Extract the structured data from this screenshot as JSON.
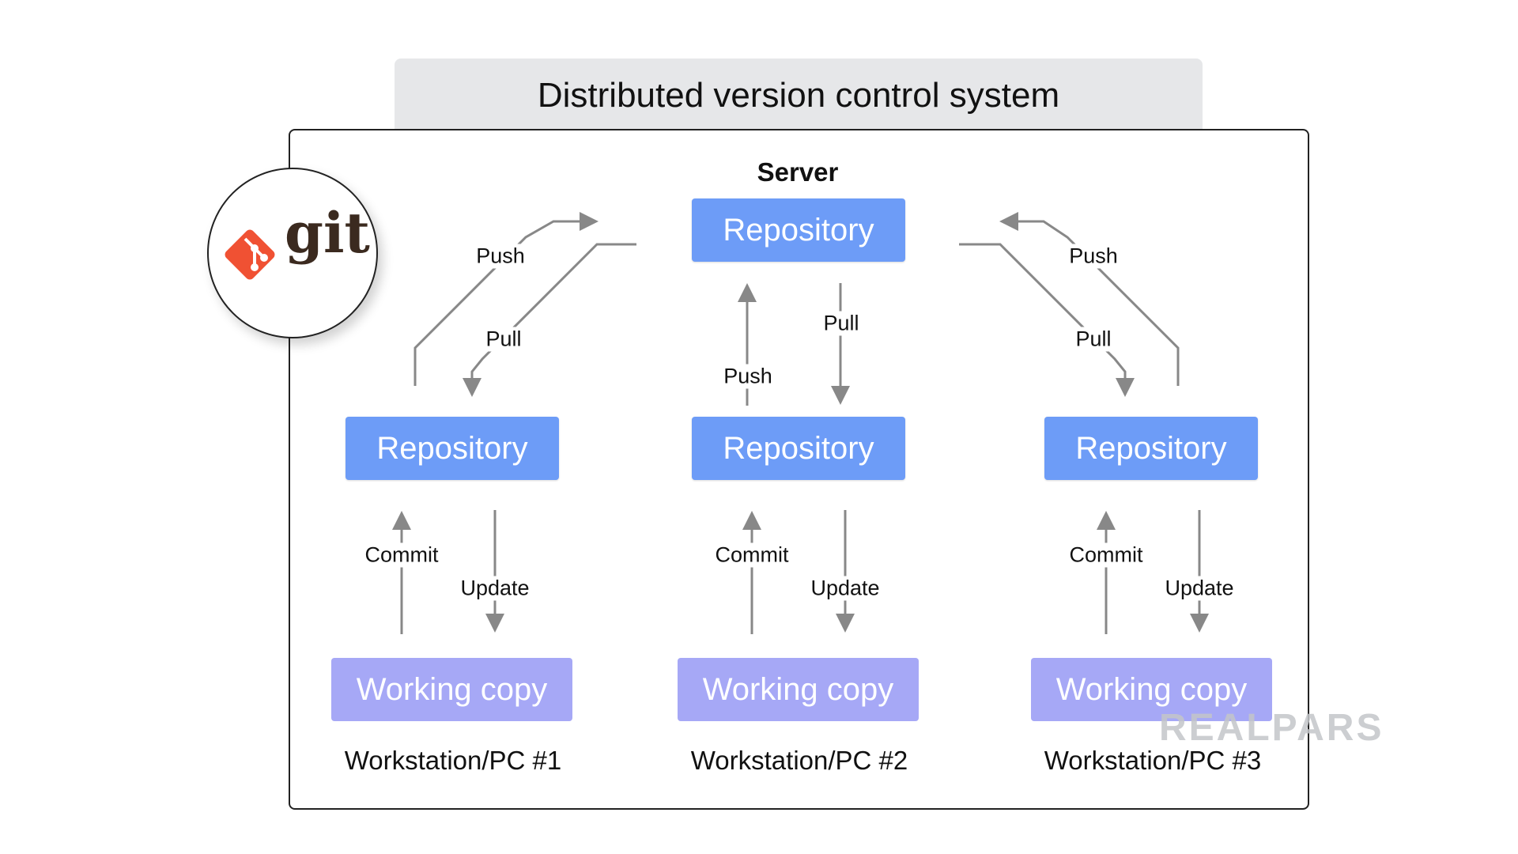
{
  "title": "Distributed version control system",
  "server": {
    "label": "Server",
    "repository": "Repository"
  },
  "arrows": {
    "push": "Push",
    "pull": "Pull",
    "commit": "Commit",
    "update": "Update"
  },
  "workstations": [
    {
      "repository": "Repository",
      "working_copy": "Working copy",
      "label": "Workstation/PC #1"
    },
    {
      "repository": "Repository",
      "working_copy": "Working copy",
      "label": "Workstation/PC #2"
    },
    {
      "repository": "Repository",
      "working_copy": "Working copy",
      "label": "Workstation/PC #3"
    }
  ],
  "logo": {
    "text": "git",
    "icon": "git-icon",
    "color": "#f05133"
  },
  "watermark": "REALPARS",
  "colors": {
    "repository": "#6d9cf7",
    "working_copy": "#a6a8f6",
    "arrow": "#888888",
    "title_bg": "#e6e7e9"
  }
}
